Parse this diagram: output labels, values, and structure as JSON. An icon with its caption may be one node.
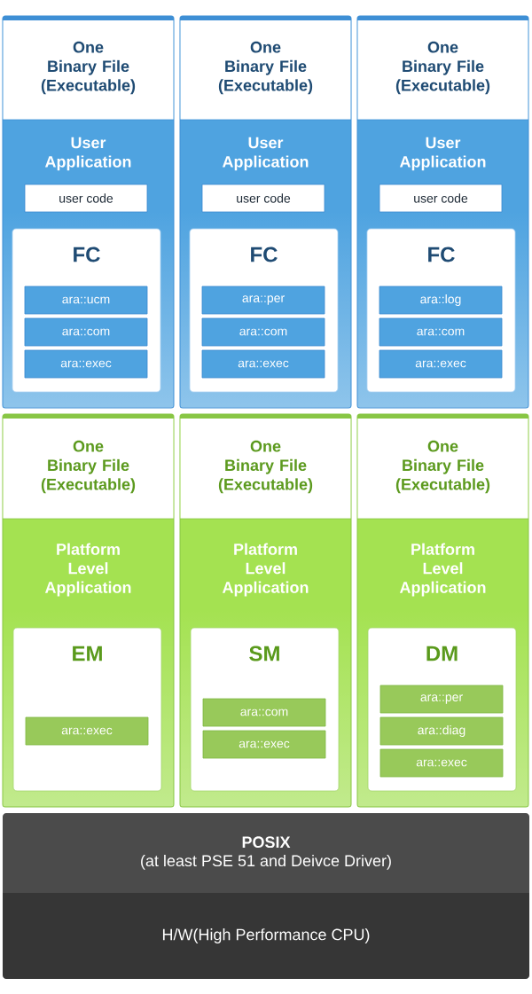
{
  "diagram": {
    "nodes": [
      {
        "text": [
          "One Binary File (Executable)",
          "User Application"
        ]
      },
      {
        "text": [
          "user code"
        ],
        "in": 0
      },
      {
        "text": [
          "FC"
        ],
        "in": 0
      },
      {
        "text": [
          "ara::ucm"
        ],
        "in": 2
      },
      {
        "text": [
          "ara::com"
        ],
        "in": 2
      },
      {
        "text": [
          "ara::exec"
        ],
        "in": 2
      },
      {
        "text": [
          "One Binary File (Executable)",
          "User Application"
        ]
      },
      {
        "text": [
          "user code"
        ],
        "in": 6
      },
      {
        "text": [
          "FC"
        ],
        "in": 6
      },
      {
        "text": [
          "ara::per"
        ],
        "in": 8
      },
      {
        "text": [
          "ara::com"
        ],
        "in": 8
      },
      {
        "text": [
          "ara::exec"
        ],
        "in": 8
      },
      {
        "text": [
          "One Binary File (Executable)",
          "User Application"
        ]
      },
      {
        "text": [
          "user code"
        ],
        "in": 12
      },
      {
        "text": [
          "FC"
        ],
        "in": 12
      },
      {
        "text": [
          "ara::log"
        ],
        "in": 14
      },
      {
        "text": [
          "ara::com"
        ],
        "in": 14
      },
      {
        "text": [
          "ara::exec"
        ],
        "in": 14
      },
      {
        "text": [
          "One Binary File (Executable)",
          "Platform Level Application"
        ]
      },
      {
        "text": [
          "EM"
        ],
        "in": 18
      },
      {
        "text": [
          "ara::exec"
        ],
        "in": 19
      },
      {
        "text": [
          "One Binary File (Executable)",
          "Platform Level Application"
        ]
      },
      {
        "text": [
          "SM"
        ],
        "in": 21
      },
      {
        "text": [
          "ara::com"
        ],
        "in": 22
      },
      {
        "text": [
          "ara::exec"
        ],
        "in": 22
      },
      {
        "text": [
          "One Binary File (Executable)",
          "Platform Level Application"
        ]
      },
      {
        "text": [
          "DM"
        ],
        "in": 25
      },
      {
        "text": [
          "ara::per"
        ],
        "in": 26
      },
      {
        "text": [
          "ara::diag"
        ],
        "in": 26
      },
      {
        "text": [
          "ara::exec"
        ],
        "in": 26
      },
      {
        "text": [
          "POSIX",
          "(at least PSE 51 and Deivce Driver)"
        ]
      },
      {
        "text": [
          "H/W(High Performance CPU)"
        ]
      }
    ]
  }
}
